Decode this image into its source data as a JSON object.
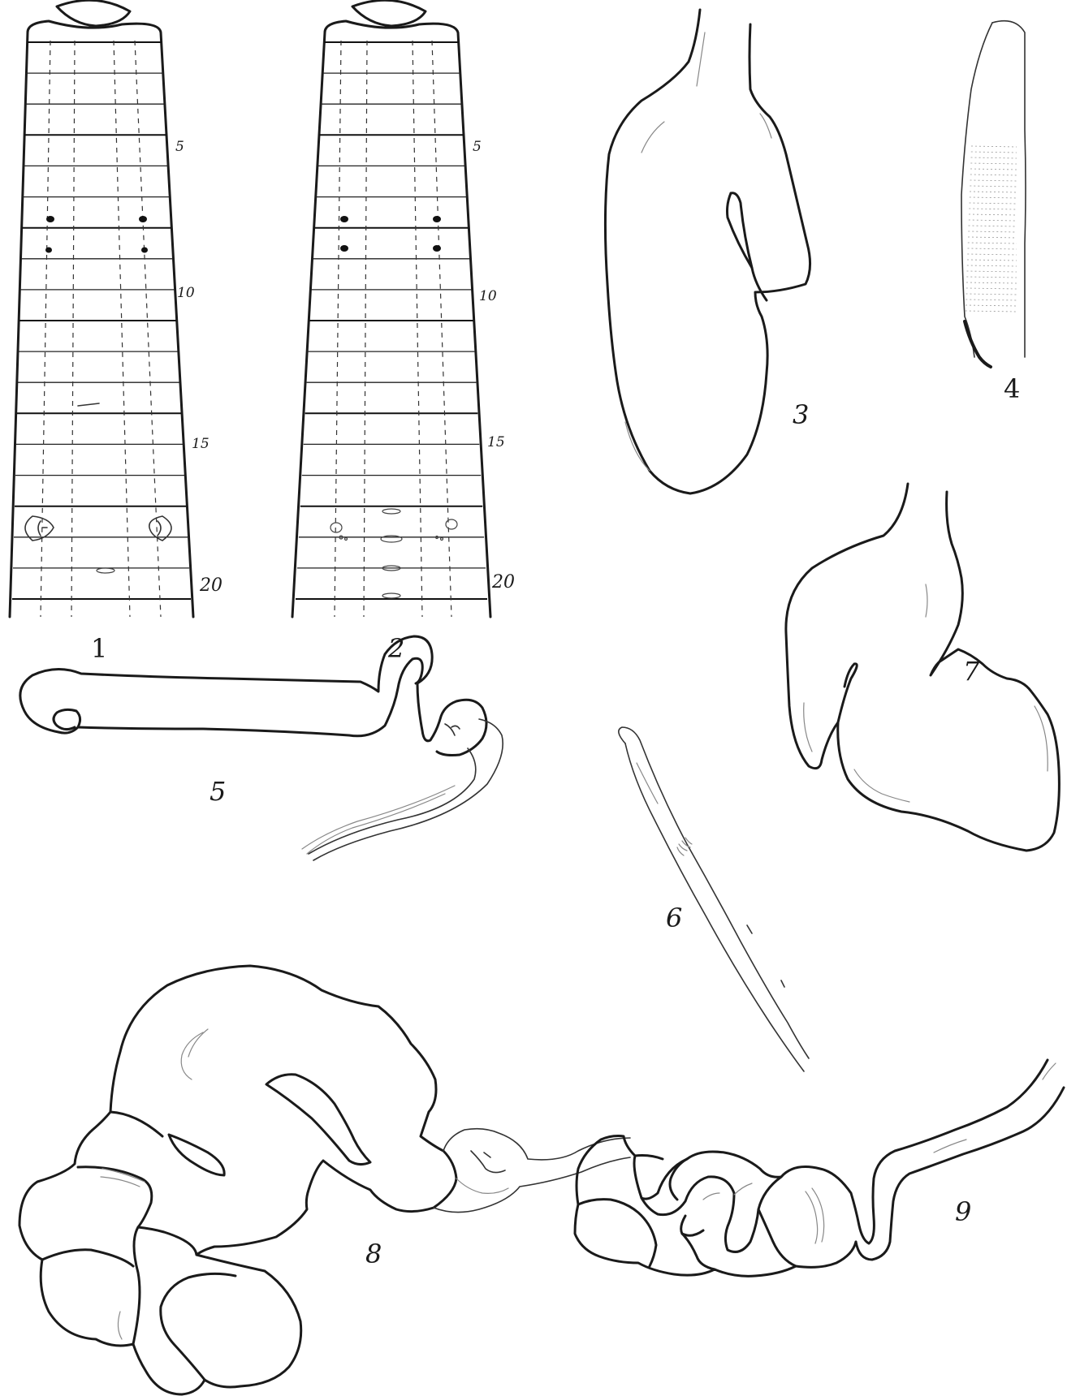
{
  "figures": [
    {
      "id": "1",
      "label": "1",
      "segment_markers": [
        "5",
        "10",
        "15",
        "20"
      ]
    },
    {
      "id": "2",
      "label": "2",
      "segment_markers": [
        "5",
        "10",
        "15",
        "20"
      ]
    },
    {
      "id": "3",
      "label": "3"
    },
    {
      "id": "4",
      "label": "4"
    },
    {
      "id": "5",
      "label": "5"
    },
    {
      "id": "6",
      "label": "6"
    },
    {
      "id": "7",
      "label": "7"
    },
    {
      "id": "8",
      "label": "8"
    },
    {
      "id": "9",
      "label": "9"
    }
  ],
  "colors": {
    "ink": "#1a1a1a",
    "paper": "#ffffff"
  }
}
